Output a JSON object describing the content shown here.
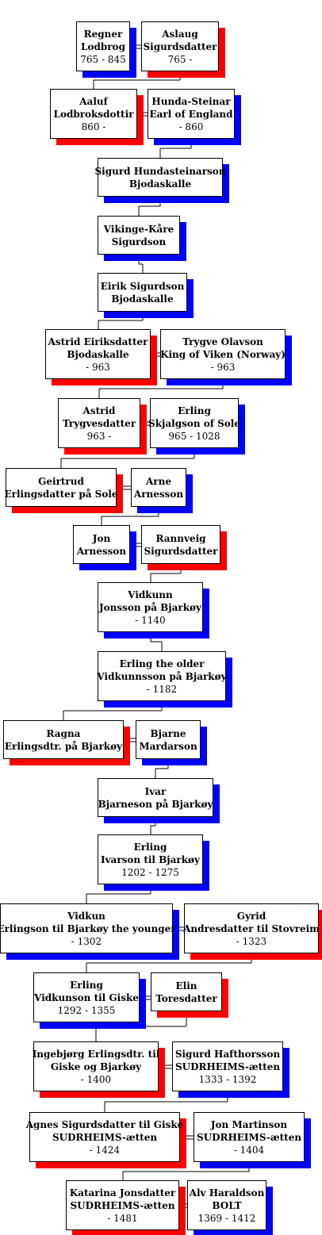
{
  "colors": {
    "male_shadow": "#0000ff",
    "female_shadow": "#ff0000",
    "line": "#000000"
  },
  "generations": [
    {
      "parents": [
        {
          "name": [
            "Regner",
            "Lodbrog"
          ],
          "dates": "765 - 845",
          "shadow": "male"
        },
        {
          "name": [
            "Aslaug",
            "Sigurdsdatter"
          ],
          "dates": "765 -",
          "shadow": "female"
        }
      ]
    },
    {
      "parents": [
        {
          "name": [
            "Aaluf",
            "Lodbroksdottir"
          ],
          "dates": "860 -",
          "shadow": "female"
        },
        {
          "name": [
            "Hunda-Steinar",
            "Earl of England"
          ],
          "dates": "- 860",
          "shadow": "male"
        }
      ]
    },
    {
      "parents": [
        {
          "name": [
            "Sigurd Hundasteinarson",
            "Bjodaskalle"
          ],
          "dates": "",
          "shadow": "male"
        }
      ]
    },
    {
      "parents": [
        {
          "name": [
            "Vikinge-Kåre",
            "Sigurdson"
          ],
          "dates": "",
          "shadow": "male"
        }
      ]
    },
    {
      "parents": [
        {
          "name": [
            "Eirik Sigurdson",
            "Bjodaskalle"
          ],
          "dates": "",
          "shadow": "male"
        }
      ]
    },
    {
      "parents": [
        {
          "name": [
            "Astrid Eiriksdatter",
            "Bjodaskalle"
          ],
          "dates": "- 963",
          "shadow": "female"
        },
        {
          "name": [
            "Trygve Olavson",
            "King of Viken (Norway)"
          ],
          "dates": "- 963",
          "shadow": "male"
        }
      ]
    },
    {
      "parents": [
        {
          "name": [
            "Astrid",
            "Trygvesdatter"
          ],
          "dates": "963 -",
          "shadow": "female"
        },
        {
          "name": [
            "Erling",
            "Skjalgson of Sole"
          ],
          "dates": "965 - 1028",
          "shadow": "male"
        }
      ]
    },
    {
      "parents": [
        {
          "name": [
            "Geirtrud",
            "Erlingsdatter på Sole"
          ],
          "dates": "",
          "shadow": "female"
        },
        {
          "name": [
            "Arne",
            "Arnesson"
          ],
          "dates": "",
          "shadow": "male"
        }
      ]
    },
    {
      "parents": [
        {
          "name": [
            "Jon",
            "Arnesson"
          ],
          "dates": "",
          "shadow": "male"
        },
        {
          "name": [
            "Rannveig",
            "Sigurdsdatter"
          ],
          "dates": "",
          "shadow": "female"
        }
      ]
    },
    {
      "parents": [
        {
          "name": [
            "Vidkunn",
            "Jonsson på Bjarkøy"
          ],
          "dates": "- 1140",
          "shadow": "male"
        }
      ]
    },
    {
      "parents": [
        {
          "name": [
            "Erling the older",
            "Vidkunnsson på Bjarkøy"
          ],
          "dates": "- 1182",
          "shadow": "male"
        }
      ]
    },
    {
      "parents": [
        {
          "name": [
            "Ragna",
            "Erlingsdtr. på Bjarkøy"
          ],
          "dates": "",
          "shadow": "female"
        },
        {
          "name": [
            "Bjarne",
            "Mardarson"
          ],
          "dates": "",
          "shadow": "male"
        }
      ]
    },
    {
      "parents": [
        {
          "name": [
            "Ivar",
            "Bjarneson på Bjarkøy"
          ],
          "dates": "",
          "shadow": "male"
        }
      ]
    },
    {
      "parents": [
        {
          "name": [
            "Erling",
            "Ivarson til Bjarkøy"
          ],
          "dates": "1202 - 1275",
          "shadow": "male"
        }
      ]
    },
    {
      "parents": [
        {
          "name": [
            "Vidkun",
            "Erlingson til Bjarkøy the younger"
          ],
          "dates": "- 1302",
          "shadow": "male"
        },
        {
          "name": [
            "Gyrid",
            "Andresdatter til Stovreim"
          ],
          "dates": "- 1323",
          "shadow": "female"
        }
      ]
    },
    {
      "parents": [
        {
          "name": [
            "Erling",
            "Vidkunson til Giske"
          ],
          "dates": "1292 - 1355",
          "shadow": "male"
        },
        {
          "name": [
            "Elin",
            "Toresdatter"
          ],
          "dates": "",
          "shadow": "female"
        }
      ]
    },
    {
      "parents": [
        {
          "name": [
            "Ingebjørg Erlingsdtr. til",
            "Giske og Bjarkøy"
          ],
          "dates": "- 1400",
          "shadow": "female"
        },
        {
          "name": [
            "Sigurd Hafthorsson",
            "SUDRHEIMS-ætten"
          ],
          "dates": "1333 - 1392",
          "shadow": "male"
        }
      ]
    },
    {
      "parents": [
        {
          "name": [
            "Agnes Sigurdsdatter til Giske",
            "SUDRHEIMS-ætten"
          ],
          "dates": "- 1424",
          "shadow": "female"
        },
        {
          "name": [
            "Jon Martinson",
            "SUDRHEIMS-ætten"
          ],
          "dates": "- 1404",
          "shadow": "male"
        }
      ]
    },
    {
      "parents": [
        {
          "name": [
            "Katarina Jonsdatter",
            "SUDRHEIMS-ætten"
          ],
          "dates": "- 1481",
          "shadow": "female"
        },
        {
          "name": [
            "Alv Haraldson",
            "BOLT"
          ],
          "dates": "1369 - 1412",
          "shadow": "male"
        }
      ]
    }
  ]
}
